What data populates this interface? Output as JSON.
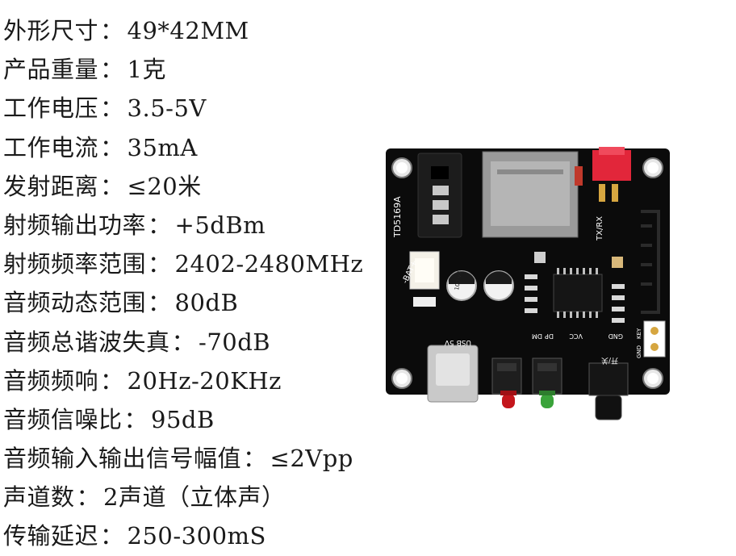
{
  "specs": [
    {
      "label": "外形尺寸",
      "value": "49*42MM"
    },
    {
      "label": "产品重量",
      "value": "1克"
    },
    {
      "label": "工作电压",
      "value": "3.5-5V"
    },
    {
      "label": "工作电流",
      "value": "35mA"
    },
    {
      "label": "发射距离",
      "value": "≤20米"
    },
    {
      "label": "射频输出功率",
      "value": "+5dBm"
    },
    {
      "label": "射频频率范围",
      "value": "2402-2480MHz"
    },
    {
      "label": "音频动态范围",
      "value": "80dB"
    },
    {
      "label": "音频总谐波失真",
      "value": "-70dB"
    },
    {
      "label": "音频频响",
      "value": "20Hz-20KHz"
    },
    {
      "label": "音频信噪比",
      "value": "95dB"
    },
    {
      "label": "音频输入输出信号幅值",
      "value": "≤2Vpp"
    },
    {
      "label": "声道数",
      "value": "2声道（立体声）"
    },
    {
      "label": "传输延迟",
      "value": "250-300mS"
    }
  ],
  "separator": "：",
  "board": {
    "model": "TD5169A",
    "bat_label": "-BAT+",
    "switch_label": "TX/RX",
    "usb_label": "USB 5V",
    "pin_labels": [
      "DM",
      "DP",
      "VCC",
      "GND",
      "KEY",
      "GND"
    ],
    "power_label": "开/关",
    "cap_label": "100 v7"
  }
}
